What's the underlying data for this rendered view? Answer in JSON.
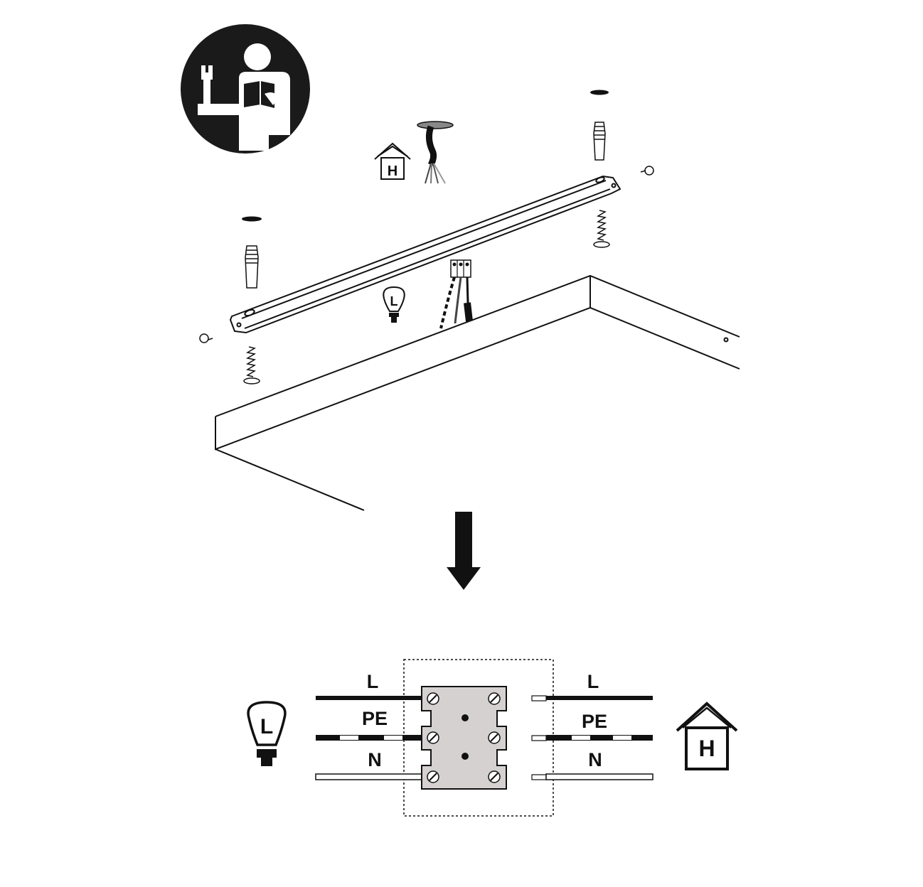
{
  "icons": {
    "manual": "read-instructions-icon",
    "house": "house-icon",
    "lamp": "lamp-icon",
    "arrow": "arrow-down-icon"
  },
  "upper": {
    "house_letter": "H",
    "lamp_letter": "L"
  },
  "wiring": {
    "lamp_letter": "L",
    "house_letter": "H",
    "left_labels": [
      "L",
      "PE",
      "N"
    ],
    "right_labels": [
      "L",
      "PE",
      "N"
    ]
  },
  "colors": {
    "ink": "#111111",
    "terminal_block": "#d6d1d1"
  }
}
